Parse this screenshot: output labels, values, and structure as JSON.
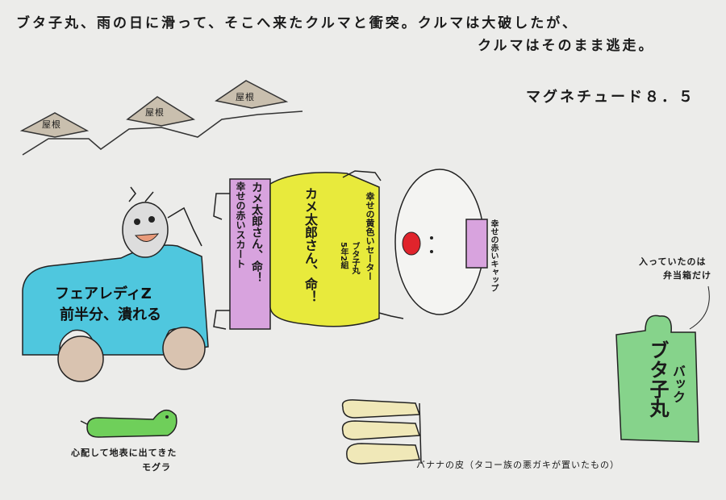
{
  "caption": {
    "line1": "ブタ子丸、雨の日に滑って、そこへ来たクルマと衝突。クルマは大破したが、",
    "line2": "クルマはそのまま逃走。"
  },
  "magnitude": "マグネチュード８．５",
  "roofs": [
    "屋根",
    "屋根",
    "屋根"
  ],
  "car": {
    "line1": "フェアレディZ",
    "line2": "前半分、潰れる"
  },
  "figure": {
    "sweater_label": "幸せの黄色いセーター",
    "name_label": "ブタ子丸",
    "class_label": "5年2組",
    "skirt_label": "幸せの赤いスカート",
    "shout": "カメ太郎さん、命！",
    "cap_label": "幸せの赤いキャップ"
  },
  "bag": {
    "title": "ブタ子丸",
    "subtitle": "バック",
    "note_line1": "入っていたのは",
    "note_line2": "弁当箱だけ"
  },
  "mole": {
    "line1": "心配して地表に出てきた",
    "line2": "モグラ"
  },
  "banana": {
    "label": "バナナの皮（タコー族の悪ガキが置いたもの）"
  },
  "colors": {
    "sweater": "#e8ea3c",
    "skirt": "#d8a3de",
    "car": "#4fc7de",
    "bag": "#86d38b",
    "mole": "#6fcf5a",
    "lips": "#e0242c",
    "banana": "#f0e8b8"
  }
}
